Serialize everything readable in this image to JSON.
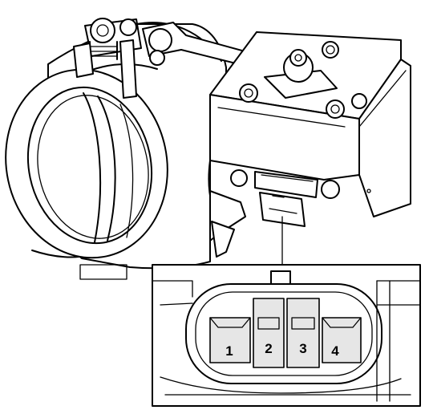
{
  "colors": {
    "line": "#000000",
    "background": "#ffffff",
    "shade": "#e6e6e6"
  },
  "connector": {
    "pins": [
      "1",
      "2",
      "3",
      "4"
    ]
  }
}
